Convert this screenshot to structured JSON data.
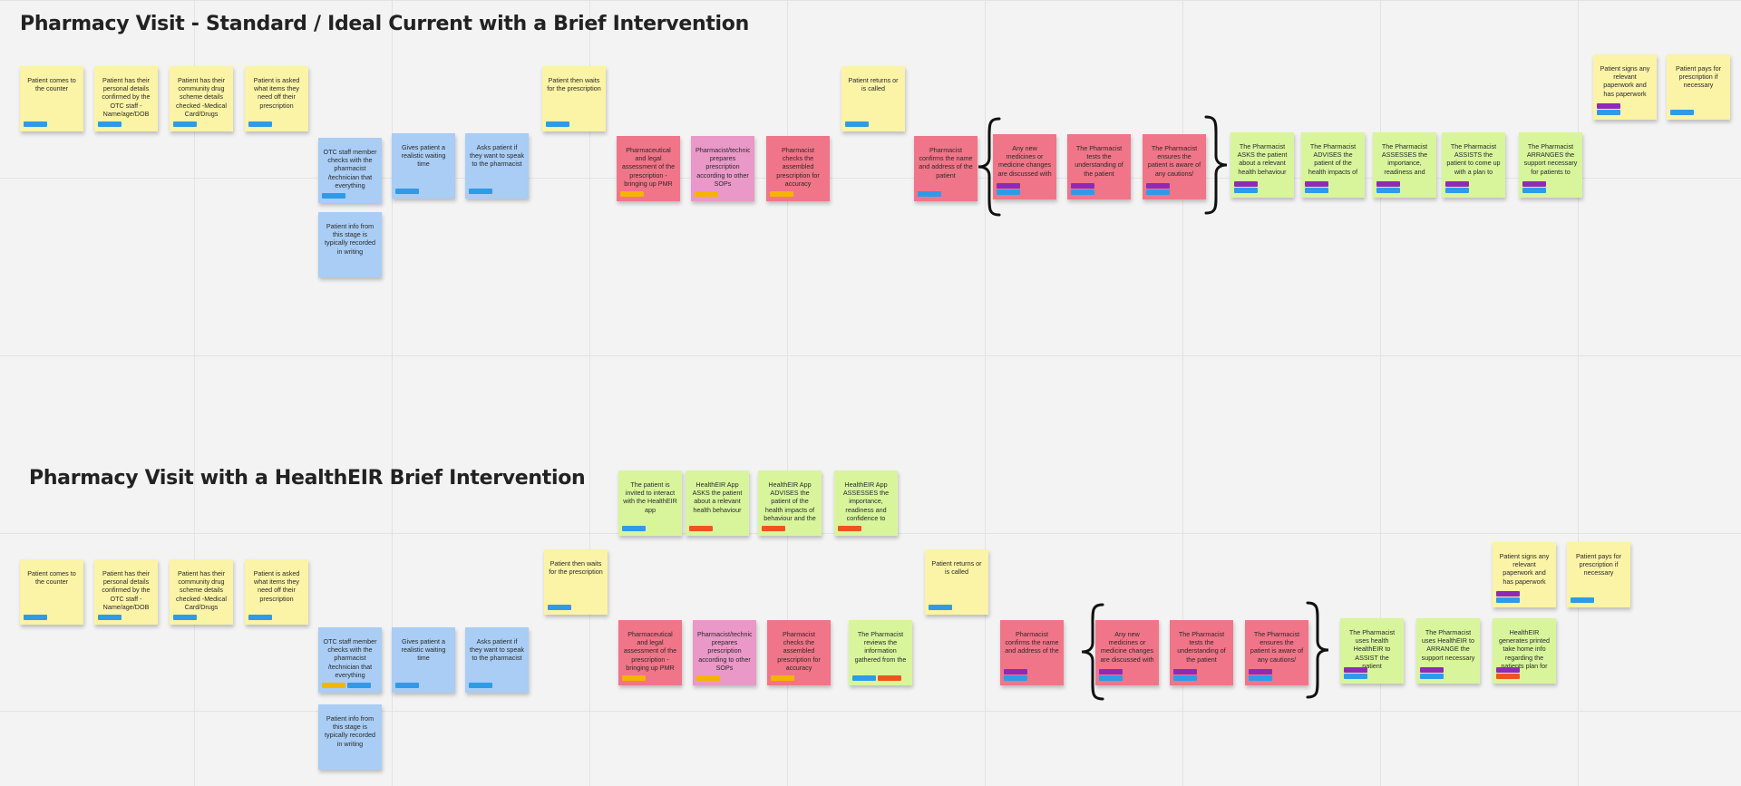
{
  "titles": {
    "top": "Pharmacy Visit - Standard / Ideal Current with a Brief Intervention",
    "bottom": "Pharmacy Visit with a HealthEIR Brief Intervention"
  },
  "tag_colors": {
    "blue": "#2f9be6",
    "purple": "#8d2bb8",
    "yellow": "#f5b400",
    "orange": "#f0541e"
  },
  "top_notes": [
    {
      "text": "Patient comes to the counter",
      "color": "yellow",
      "tags": [
        [
          "blue"
        ]
      ]
    },
    {
      "text": "Patient has their personal details confirmed by the OTC staff - Name/age/DOB",
      "color": "yellow",
      "tags": [
        [
          "blue"
        ]
      ]
    },
    {
      "text": "Patient has their community drug scheme details checked -Medical Card/Drugs",
      "color": "yellow",
      "tags": [
        [
          "blue"
        ]
      ]
    },
    {
      "text": "Patient is asked what items they need off their prescription",
      "color": "yellow",
      "tags": [
        [
          "blue"
        ]
      ]
    },
    {
      "text": "OTC staff member checks with the pharmacist /technician that everything",
      "color": "blue",
      "tags": [
        [
          "blue"
        ]
      ]
    },
    {
      "text": "Patient info from this stage is typically recorded in writing",
      "color": "blue",
      "tags": []
    },
    {
      "text": "Gives patient a realistic waiting time",
      "color": "blue",
      "tags": [
        [
          "blue"
        ]
      ]
    },
    {
      "text": "Asks patient if they want to speak to the pharmacist",
      "color": "blue",
      "tags": [
        [
          "blue"
        ]
      ]
    },
    {
      "text": "Patient then waits for the prescription",
      "color": "yellow",
      "tags": [
        [
          "blue"
        ]
      ]
    },
    {
      "text": "Pharmaceutical and legal assessment of the prescription - bringing up PMR",
      "color": "red",
      "tags": [
        [
          "yellow"
        ]
      ]
    },
    {
      "text": "Pharmacist/technician prepares prescription according to other SOPs",
      "color": "pink",
      "tags": [
        [
          "yellow"
        ]
      ]
    },
    {
      "text": "Pharmacist checks the assembled prescription for accuracy",
      "color": "red",
      "tags": [
        [
          "yellow"
        ]
      ]
    },
    {
      "text": "Patient returns or is called",
      "color": "yellow",
      "tags": [
        [
          "blue"
        ]
      ]
    },
    {
      "text": "Pharmacist confirms the name and address of the patient",
      "color": "red",
      "tags": [
        [
          "blue"
        ]
      ]
    },
    {
      "text": "Any new medicines or medicine changes are discussed with",
      "color": "red",
      "tags": [
        [
          "purple"
        ],
        [
          "blue"
        ]
      ]
    },
    {
      "text": "The Pharmacist tests the understanding of the patient",
      "color": "red",
      "tags": [
        [
          "purple"
        ],
        [
          "blue"
        ]
      ]
    },
    {
      "text": "The Pharmacist ensures the patient is aware of any cautions/",
      "color": "red",
      "tags": [
        [
          "purple"
        ],
        [
          "blue"
        ]
      ]
    },
    {
      "text": "The Pharmacist ASKS the patient about a relevant health behaviour",
      "color": "green",
      "tags": [
        [
          "purple"
        ],
        [
          "blue"
        ]
      ]
    },
    {
      "text": "The Pharmacist ADVISES the patient of the health impacts of",
      "color": "green",
      "tags": [
        [
          "purple"
        ],
        [
          "blue"
        ]
      ]
    },
    {
      "text": "The Pharmacist ASSESSES the importance, readiness and",
      "color": "green",
      "tags": [
        [
          "purple"
        ],
        [
          "blue"
        ]
      ]
    },
    {
      "text": "The Pharmacist ASSISTS the patient to come up with a plan to",
      "color": "green",
      "tags": [
        [
          "purple"
        ],
        [
          "blue"
        ]
      ]
    },
    {
      "text": "The Pharmacist ARRANGES the support necessary for patients to",
      "color": "green",
      "tags": [
        [
          "purple"
        ],
        [
          "blue"
        ]
      ]
    },
    {
      "text": "Patient signs any relevant paperwork and has paperwork",
      "color": "yellow",
      "tags": [
        [
          "purple"
        ],
        [
          "blue"
        ]
      ]
    },
    {
      "text": "Patient pays for prescription if necessary",
      "color": "yellow",
      "tags": [
        [
          "blue"
        ]
      ]
    }
  ],
  "bottom_notes": [
    {
      "text": "The patient is invited to interact with the HealthEIR app",
      "color": "green",
      "tags": [
        [
          "blue"
        ]
      ]
    },
    {
      "text": "HealthEIR App ASKS the patient about a relevant health behaviour",
      "color": "green",
      "tags": [
        [
          "orange"
        ]
      ]
    },
    {
      "text": "HealthEIR App ADVISES the patient of the health impacts of behaviour and the",
      "color": "green",
      "tags": [
        [
          "orange"
        ]
      ]
    },
    {
      "text": "HealthEIR App ASSESSES the importance, readiness and confidence to",
      "color": "green",
      "tags": [
        [
          "orange"
        ]
      ]
    },
    {
      "text": "Patient comes to the counter",
      "color": "yellow",
      "tags": [
        [
          "blue"
        ]
      ]
    },
    {
      "text": "Patient has their personal details confirmed by the OTC staff - Name/age/DOB",
      "color": "yellow",
      "tags": [
        [
          "blue"
        ]
      ]
    },
    {
      "text": "Patient has their community drug scheme details checked -Medical Card/Drugs",
      "color": "yellow",
      "tags": [
        [
          "blue"
        ]
      ]
    },
    {
      "text": "Patient is asked what items they need off their prescription",
      "color": "yellow",
      "tags": [
        [
          "blue"
        ]
      ]
    },
    {
      "text": "OTC staff member checks with the pharmacist /technician that everything",
      "color": "blue",
      "tags": [
        [
          "yellow",
          "blue"
        ]
      ]
    },
    {
      "text": "Patient info from this stage is typically recorded in writing",
      "color": "blue",
      "tags": []
    },
    {
      "text": "Gives patient a realistic waiting time",
      "color": "blue",
      "tags": [
        [
          "blue"
        ]
      ]
    },
    {
      "text": "Asks patient if they want to speak to the pharmacist",
      "color": "blue",
      "tags": [
        [
          "blue"
        ]
      ]
    },
    {
      "text": "Patient then waits for the prescription",
      "color": "yellow",
      "tags": [
        [
          "blue"
        ]
      ]
    },
    {
      "text": "Pharmaceutical and legal assessment of the prescription - bringing up PMR",
      "color": "red",
      "tags": [
        [
          "yellow"
        ]
      ]
    },
    {
      "text": "Pharmacist/technician prepares prescription according to other SOPs",
      "color": "pink",
      "tags": [
        [
          "yellow"
        ]
      ]
    },
    {
      "text": "Pharmacist checks the assembled prescription for accuracy",
      "color": "red",
      "tags": [
        [
          "yellow"
        ]
      ]
    },
    {
      "text": "The Pharmacist reviews the information gathered from the",
      "color": "green",
      "tags": [
        [
          "blue",
          "orange"
        ]
      ]
    },
    {
      "text": "Patient returns or is called",
      "color": "yellow",
      "tags": [
        [
          "blue"
        ]
      ]
    },
    {
      "text": "Pharmacist confirms the name and address of the",
      "color": "red",
      "tags": [
        [
          "purple"
        ],
        [
          "blue"
        ]
      ]
    },
    {
      "text": "Any new medicines or medicine changes are discussed with",
      "color": "red",
      "tags": [
        [
          "purple"
        ],
        [
          "blue"
        ]
      ]
    },
    {
      "text": "The Pharmacist tests the understanding of the patient",
      "color": "red",
      "tags": [
        [
          "purple"
        ],
        [
          "blue"
        ]
      ]
    },
    {
      "text": "The Pharmacist ensures the patient is aware of any cautions/",
      "color": "red",
      "tags": [
        [
          "purple"
        ],
        [
          "blue"
        ]
      ]
    },
    {
      "text": "The Pharmacist uses health HealthEIR to ASSIST the patient",
      "color": "green",
      "tags": [
        [
          "purple"
        ],
        [
          "blue"
        ]
      ]
    },
    {
      "text": "The Pharmacist uses HealthEIR to ARRANGE the support necessary",
      "color": "green",
      "tags": [
        [
          "purple"
        ],
        [
          "blue"
        ]
      ]
    },
    {
      "text": "HealthEIR generates printed take home info regarding the patients plan for",
      "color": "green",
      "tags": [
        [
          "purple"
        ],
        [
          "orange"
        ]
      ]
    },
    {
      "text": "Patient signs any relevant paperwork and has paperwork",
      "color": "yellow",
      "tags": [
        [
          "purple"
        ],
        [
          "blue"
        ]
      ]
    },
    {
      "text": "Patient pays for prescription if necessary",
      "color": "yellow",
      "tags": [
        [
          "blue"
        ]
      ]
    }
  ]
}
